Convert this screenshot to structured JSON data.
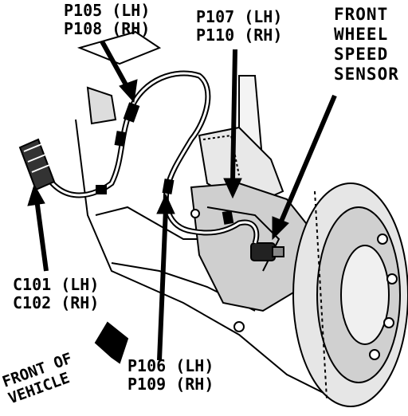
{
  "labels": {
    "p105": [
      "P105 (LH)",
      "P108 (RH)"
    ],
    "p107": [
      "P107 (LH)",
      "P110 (RH)"
    ],
    "sensor": [
      "FRONT",
      "WHEEL",
      "SPEED",
      "SENSOR"
    ],
    "c101": [
      "C101 (LH)",
      "C102 (RH)"
    ],
    "p106": [
      "P106 (LH)",
      "P109 (RH)"
    ],
    "front": [
      "FRONT OF",
      "VEHICLE"
    ]
  },
  "colors": {
    "ink": "#000000",
    "paper": "#ffffff"
  }
}
